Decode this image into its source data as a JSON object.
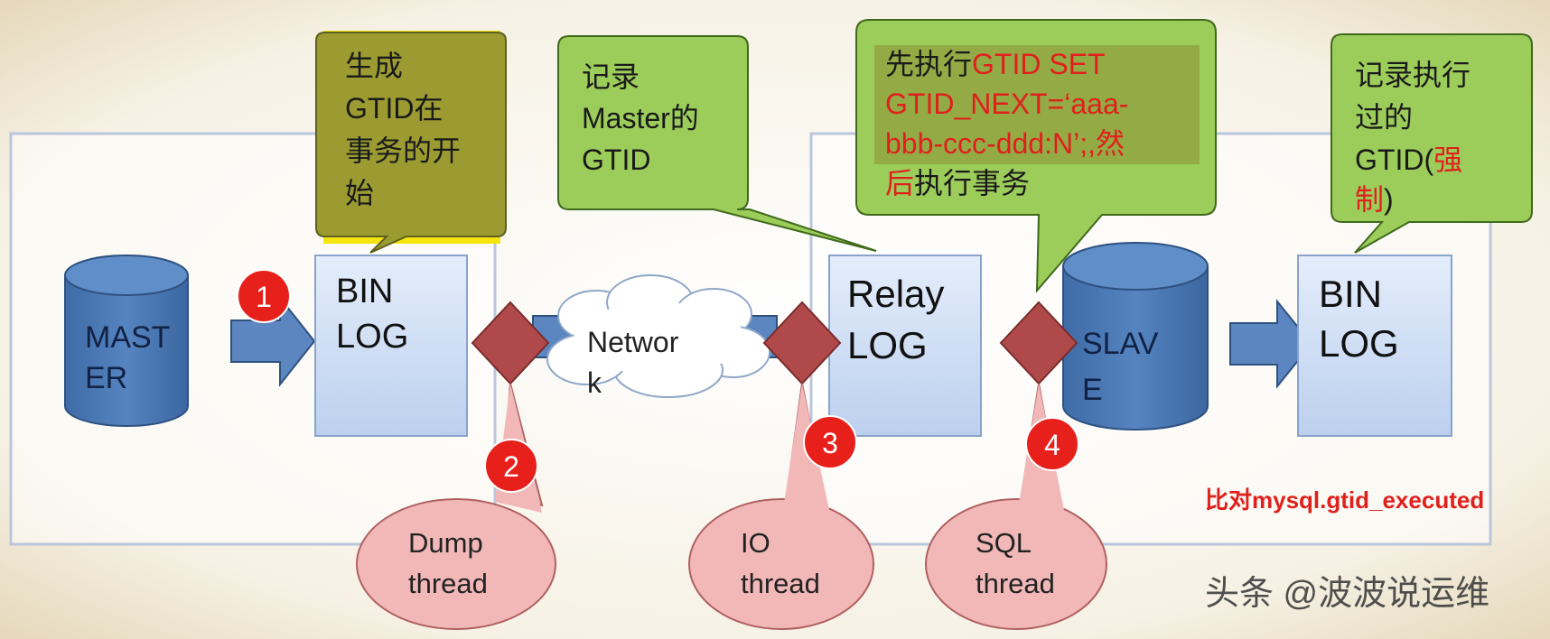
{
  "master_db": {
    "line1": "MAST",
    "line2": "ER"
  },
  "binlog_master": {
    "line1": "BIN",
    "line2": "LOG"
  },
  "network": {
    "line1": "Networ",
    "line2": "k"
  },
  "relay_log": {
    "line1": "Relay",
    "line2": "LOG"
  },
  "slave_db": {
    "line1": "SLAV",
    "line2": "E"
  },
  "binlog_slave": {
    "line1": "BIN",
    "line2": "LOG"
  },
  "callouts": {
    "generate_gtid": {
      "line1": "生成",
      "line2": "GTID在",
      "line3": "事务的开",
      "line4": "始"
    },
    "record_master_gtid": {
      "line1": "记录",
      "line2": "Master的",
      "line3": "GTID"
    },
    "execute_gtid_set": {
      "line1_black": "先执行",
      "line1_red": "GTID SET",
      "line2": "GTID_NEXT=‘aaa-",
      "line3": "bbb-ccc-ddd:N’;,然",
      "line4_red": "后",
      "line4_black": "执行事务"
    },
    "record_executed_gtid": {
      "line1": "记录执行",
      "line2": "过的",
      "line3_black": "GTID(",
      "line3_red": "强",
      "line4_red": "制",
      "line4_black": ")"
    }
  },
  "threads": {
    "dump": {
      "line1": "Dump",
      "line2": "thread"
    },
    "io": {
      "line1": "IO",
      "line2": "thread"
    },
    "sql": {
      "line1": "SQL",
      "line2": "thread"
    }
  },
  "step_numbers": [
    "1",
    "2",
    "3",
    "4"
  ],
  "compare_note": "比对mysql.gtid_executed",
  "watermark": "头条 @波波说运维",
  "colors": {
    "bubble_green": "#9ccc5a",
    "bubble_highlight": "#8a8a2a",
    "highlight_yellow": "#f5e400",
    "db_blue": "#4a78b0",
    "log_box": "#d2e0f5",
    "diamond": "#b04a4a",
    "thread_pink": "#f2b8b8",
    "step_red": "#e8201c",
    "note_red": "#e0201c"
  }
}
